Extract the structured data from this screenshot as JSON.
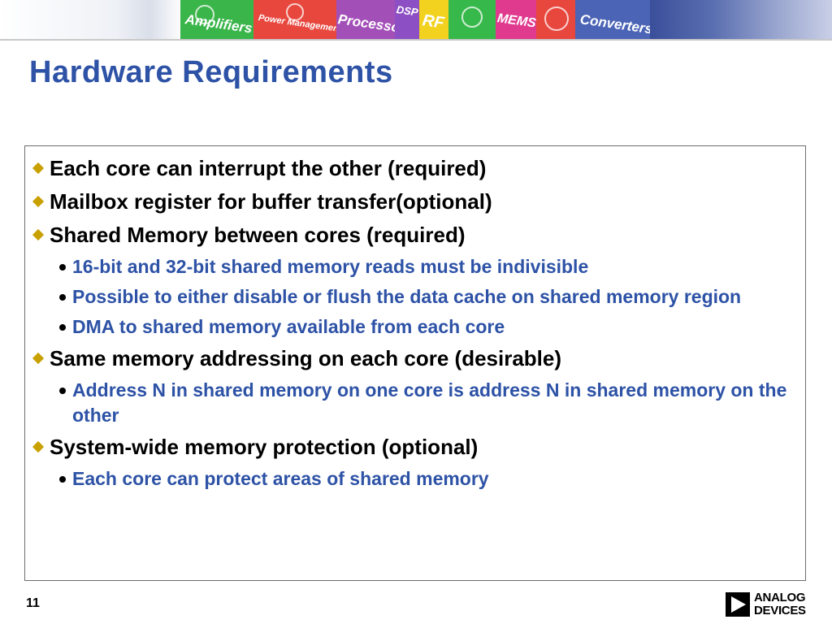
{
  "banner": {
    "tiles": [
      {
        "label": "Amplifiers",
        "color": "#3ab54a",
        "icon": "amplifier-symbol"
      },
      {
        "label": "Power Management",
        "color": "#e8473e",
        "icon": "power-symbol"
      },
      {
        "label": "Processors",
        "color": "#a24fb8",
        "icon": "processor-symbol"
      },
      {
        "label": "DSP",
        "color": "#8c4fc4",
        "icon": "dsp-symbol"
      },
      {
        "label": "RF",
        "color": "#f2d21e",
        "icon": "rf-symbol"
      },
      {
        "label": "",
        "color": "#37b84a",
        "icon": "sensor-symbol"
      },
      {
        "label": "MEMS",
        "color": "#e03a8e",
        "icon": "mems-symbol"
      },
      {
        "label": "",
        "color": "#e8473e",
        "icon": "clock-symbol"
      },
      {
        "label": "Converters",
        "color": "#4b64b6",
        "icon": "converter-symbol"
      }
    ]
  },
  "title": "Hardware Requirements",
  "bullets": [
    {
      "text": "Each core can interrupt the other (required)",
      "children": []
    },
    {
      "text": "Mailbox register for buffer transfer(optional)",
      "children": []
    },
    {
      "text": "Shared Memory between cores (required)",
      "children": [
        "16-bit and 32-bit shared memory reads must be indivisible",
        "Possible to either disable or flush the data cache on shared memory region",
        "DMA to shared memory available from each core"
      ]
    },
    {
      "text": "Same memory addressing on each core (desirable)",
      "children": [
        "Address N in shared memory on one core is address N in shared memory on the other"
      ]
    },
    {
      "text": "System-wide memory protection (optional)",
      "children": [
        "Each core can protect areas of shared memory"
      ]
    }
  ],
  "footer": {
    "page_number": "11",
    "logo_line1": "ANALOG",
    "logo_line2": "DEVICES"
  },
  "colors": {
    "title": "#2d52a6",
    "sub_bullet_text": "#2d52a6",
    "diamond_bullet": "#c8a000"
  }
}
